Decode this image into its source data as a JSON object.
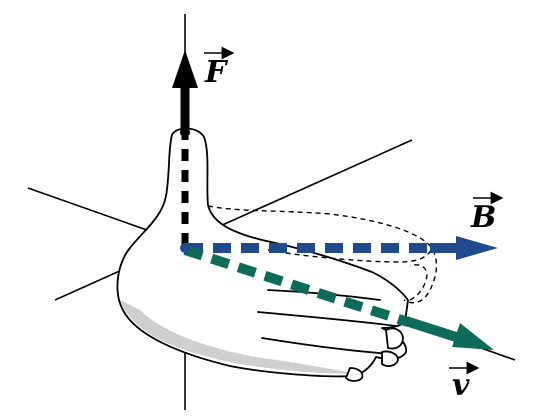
{
  "diagram": {
    "vectors": {
      "force": {
        "symbol": "F",
        "color": "#000000"
      },
      "field": {
        "symbol": "B",
        "color": "#1f4a8c"
      },
      "velocity": {
        "symbol": "v",
        "color": "#0c6b5a"
      }
    }
  }
}
